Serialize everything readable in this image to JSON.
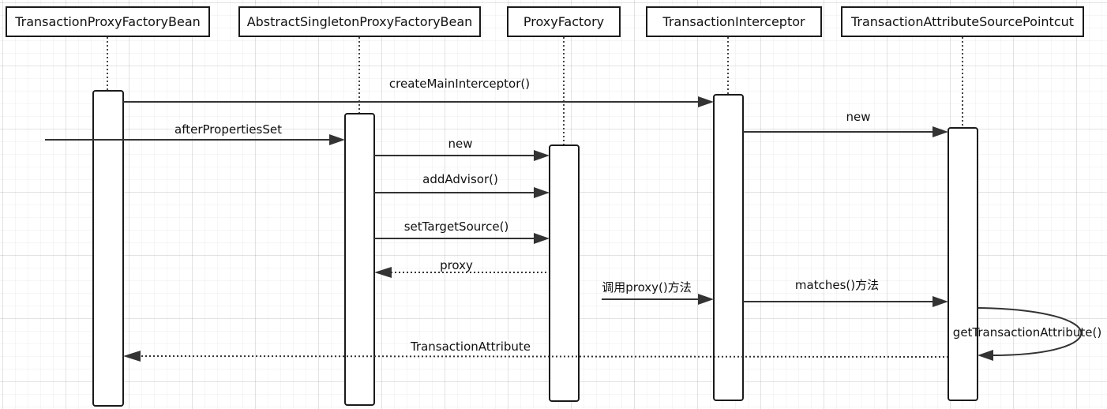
{
  "participants": [
    {
      "id": "tpfb",
      "label": "TransactionProxyFactoryBean"
    },
    {
      "id": "aspfb",
      "label": "AbstractSingletonProxyFactoryBean"
    },
    {
      "id": "pf",
      "label": "ProxyFactory"
    },
    {
      "id": "ti",
      "label": "TransactionInterceptor"
    },
    {
      "id": "tasp",
      "label": "TransactionAttributeSourcePointcut"
    }
  ],
  "messages": [
    {
      "id": "m1",
      "label": "createMainInterceptor()"
    },
    {
      "id": "m2",
      "label": "afterPropertiesSet"
    },
    {
      "id": "m3",
      "label": "new"
    },
    {
      "id": "m4",
      "label": "new"
    },
    {
      "id": "m5",
      "label": "addAdvisor()"
    },
    {
      "id": "m6",
      "label": "setTargetSource()"
    },
    {
      "id": "m7",
      "label": "proxy"
    },
    {
      "id": "m8",
      "label": "调用proxy()方法"
    },
    {
      "id": "m9",
      "label": "matches()方法"
    },
    {
      "id": "m10",
      "label": "getTransactionAttribute()"
    },
    {
      "id": "m11",
      "label": "TransactionAttribute"
    }
  ]
}
